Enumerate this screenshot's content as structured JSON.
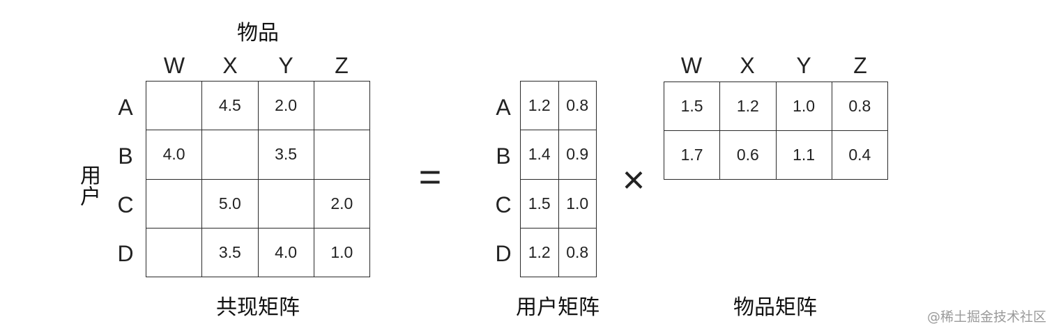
{
  "cooccurrence": {
    "top_label": "物品",
    "side_label": "用户",
    "caption": "共现矩阵",
    "columns": [
      "W",
      "X",
      "Y",
      "Z"
    ],
    "rows": [
      "A",
      "B",
      "C",
      "D"
    ],
    "cells": [
      [
        "",
        "4.5",
        "2.0",
        ""
      ],
      [
        "4.0",
        "",
        "3.5",
        ""
      ],
      [
        "",
        "5.0",
        "",
        "2.0"
      ],
      [
        "",
        "3.5",
        "4.0",
        "1.0"
      ]
    ]
  },
  "equals_sign": "=",
  "user_matrix": {
    "caption": "用户矩阵",
    "rows": [
      "A",
      "B",
      "C",
      "D"
    ],
    "cells": [
      [
        "1.2",
        "0.8"
      ],
      [
        "1.4",
        "0.9"
      ],
      [
        "1.5",
        "1.0"
      ],
      [
        "1.2",
        "0.8"
      ]
    ]
  },
  "times_sign": "×",
  "item_matrix": {
    "caption": "物品矩阵",
    "columns": [
      "W",
      "X",
      "Y",
      "Z"
    ],
    "cells": [
      [
        "1.5",
        "1.2",
        "1.0",
        "0.8"
      ],
      [
        "1.7",
        "0.6",
        "1.1",
        "0.4"
      ]
    ]
  },
  "watermark": "@稀土掘金技术社区"
}
